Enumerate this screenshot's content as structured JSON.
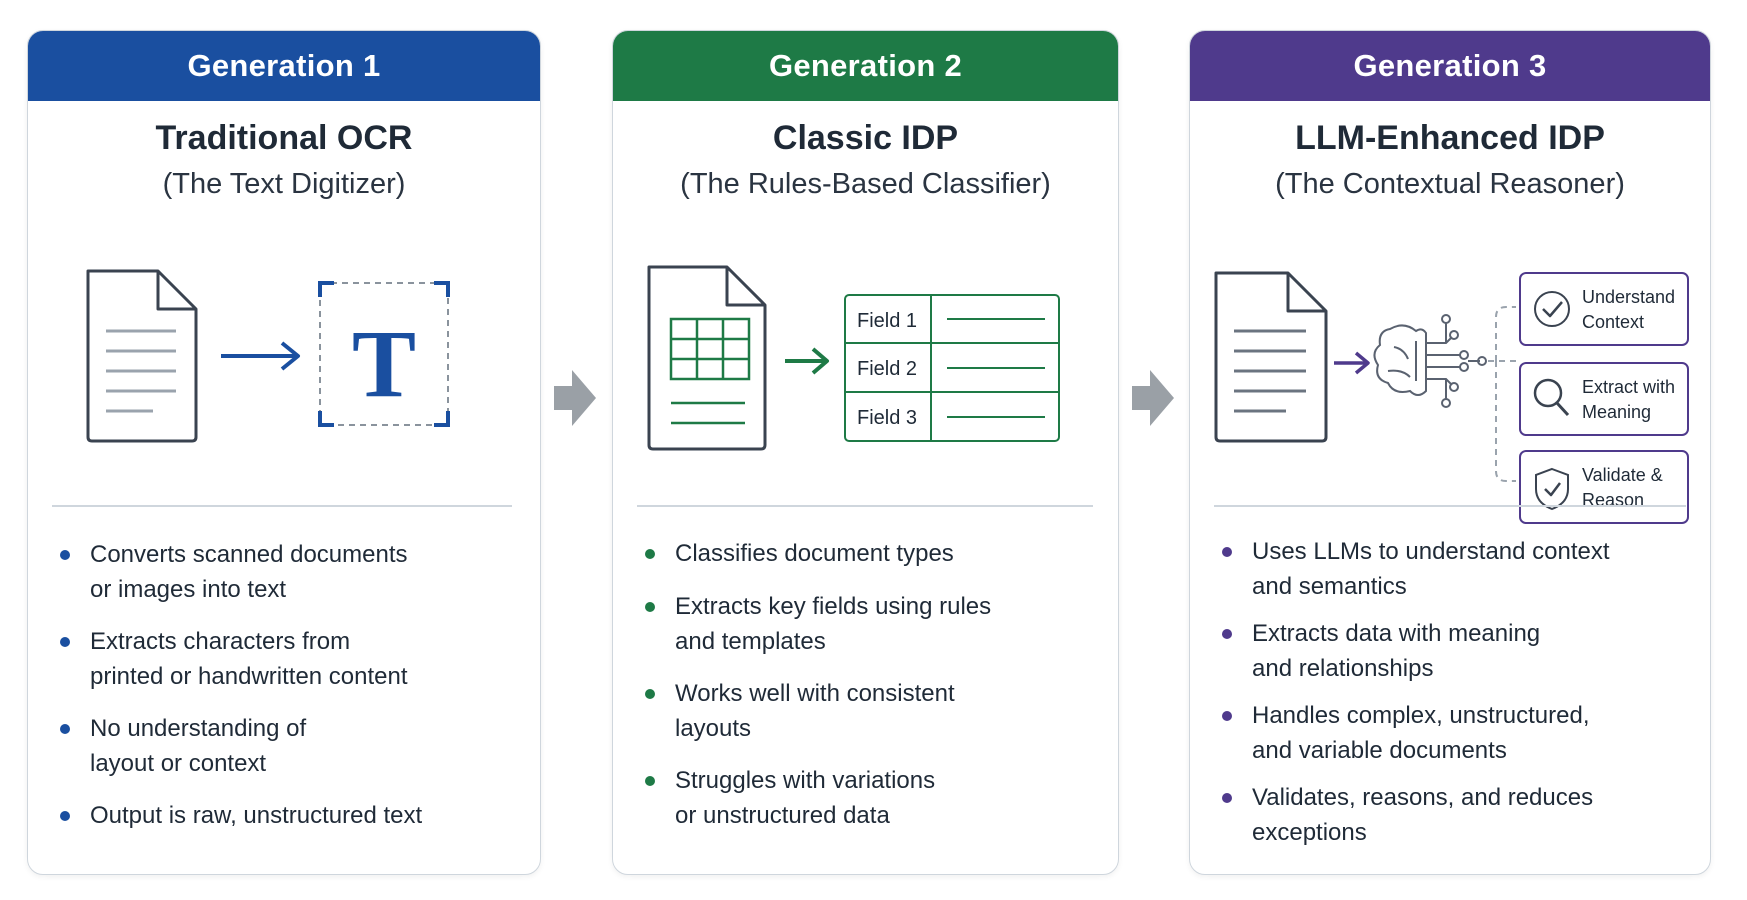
{
  "colors": {
    "gen1": "#1a4fa0",
    "gen2": "#1e7a46",
    "gen3": "#4f3a8c",
    "arrow": "#9aa0a6"
  },
  "gen1": {
    "header": "Generation 1",
    "title": "Traditional OCR",
    "subtitle": "(The Text Digitizer)",
    "glyph": "T",
    "bullets": [
      {
        "line1": "Converts scanned documents",
        "line2": "or images into text"
      },
      {
        "line1": "Extracts characters from",
        "line2": "printed or handwritten content"
      },
      {
        "line1": "No understanding of",
        "line2": "layout or context"
      },
      {
        "line1": "Output is raw, unstructured text",
        "line2": ""
      }
    ]
  },
  "gen2": {
    "header": "Generation 2",
    "title": "Classic IDP",
    "subtitle": "(The Rules-Based Classifier)",
    "fields": [
      "Field 1",
      "Field 2",
      "Field 3"
    ],
    "bullets": [
      {
        "line1": "Classifies document types",
        "line2": ""
      },
      {
        "line1": "Extracts key fields using rules",
        "line2": "and templates"
      },
      {
        "line1": "Works well with consistent",
        "line2": "layouts"
      },
      {
        "line1": "Struggles with variations",
        "line2": "or unstructured data"
      }
    ]
  },
  "gen3": {
    "header": "Generation 3",
    "title": "LLM-Enhanced IDP",
    "subtitle": "(The Contextual Reasoner)",
    "capabilities": [
      {
        "line1": "Understand",
        "line2": "Context",
        "icon": "check-circle-icon"
      },
      {
        "line1": "Extract with",
        "line2": "Meaning",
        "icon": "magnifier-icon"
      },
      {
        "line1": "Validate &",
        "line2": "Reason",
        "icon": "shield-check-icon"
      }
    ],
    "bullets": [
      {
        "line1": "Uses LLMs to understand context",
        "line2": "and semantics"
      },
      {
        "line1": "Extracts data with meaning",
        "line2": "and relationships"
      },
      {
        "line1": "Handles complex, unstructured,",
        "line2": "and variable documents"
      },
      {
        "line1": "Validates, reasons, and reduces",
        "line2": "exceptions"
      }
    ]
  }
}
